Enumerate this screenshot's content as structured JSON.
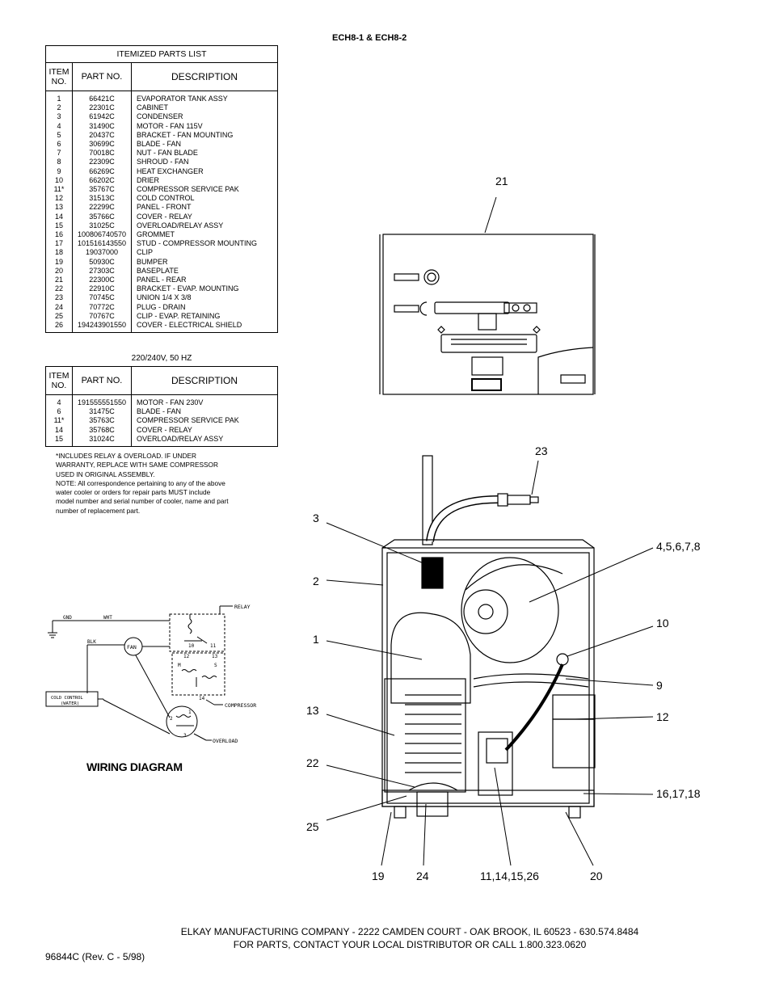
{
  "document": {
    "model_title": "ECH8-1 & ECH8-2",
    "doc_number": "96844C (Rev. C - 5/98)",
    "footer_line1": "ELKAY MANUFACTURING COMPANY  -  2222 CAMDEN COURT  -  OAK BROOK, IL 60523  -  630.574.8484",
    "footer_line2": "FOR PARTS, CONTACT YOUR LOCAL DISTRIBUTOR OR CALL 1.800.323.0620"
  },
  "parts_list": {
    "caption": "ITEMIZED PARTS LIST",
    "headers": {
      "item": "ITEM NO.",
      "part": "PART  NO.",
      "description": "DESCRIPTION"
    },
    "items": [
      "1",
      "2",
      "3",
      "4",
      "5",
      "6",
      "7",
      "8",
      "9",
      "10",
      "11*",
      "12",
      "13",
      "14",
      "15",
      "16",
      "17",
      "18",
      "19",
      "20",
      "21",
      "22",
      "23",
      "24",
      "25",
      "26"
    ],
    "parts": [
      "66421C",
      "22301C",
      "61942C",
      "31490C",
      "20437C",
      "30699C",
      "70018C",
      "22309C",
      "66269C",
      "66202C",
      "35767C",
      "31513C",
      "22299C",
      "35766C",
      "31025C",
      "100806740570",
      "101516143550",
      "19037000",
      "50930C",
      "27303C",
      "22300C",
      "22910C",
      "70745C",
      "70772C",
      "70767C",
      "194243901550"
    ],
    "descriptions": [
      "EVAPORATOR TANK ASSY",
      "CABINET",
      "CONDENSER",
      "MOTOR - FAN 115V",
      "BRACKET - FAN MOUNTING",
      "BLADE - FAN",
      "NUT - FAN BLADE",
      "SHROUD - FAN",
      "HEAT EXCHANGER",
      "DRIER",
      "COMPRESSOR SERVICE PAK",
      "COLD CONTROL",
      "PANEL - FRONT",
      "COVER - RELAY",
      "OVERLOAD/RELAY ASSY",
      "GROMMET",
      "STUD - COMPRESSOR MOUNTING",
      "CLIP",
      "BUMPER",
      "BASEPLATE",
      "PANEL - REAR",
      "BRACKET - EVAP. MOUNTING",
      "UNION 1/4 X 3/8",
      "PLUG - DRAIN",
      "CLIP - EVAP. RETAINING",
      "COVER - ELECTRICAL SHIELD"
    ]
  },
  "parts_list_220": {
    "caption": "220/240V, 50 HZ",
    "headers": {
      "item": "ITEM NO.",
      "part": "PART  NO.",
      "description": "DESCRIPTION"
    },
    "items": [
      "4",
      "6",
      "11*",
      "14",
      "15"
    ],
    "parts": [
      "191555551550",
      "31475C",
      "35763C",
      "35768C",
      "31024C"
    ],
    "descriptions": [
      "MOTOR - FAN 230V",
      "BLADE - FAN",
      "COMPRESSOR SERVICE PAK",
      "COVER - RELAY",
      "OVERLOAD/RELAY ASSY"
    ]
  },
  "notes": {
    "lines": [
      "*INCLUDES RELAY & OVERLOAD.  IF UNDER",
      "WARRANTY, REPLACE WITH SAME COMPRESSOR",
      "USED IN ORIGINAL ASSEMBLY.",
      "NOTE:  All correspondence pertaining to any of the above",
      "water cooler or orders for repair parts MUST include",
      "model number and serial number of cooler, name and part",
      "number of replacement part."
    ]
  },
  "wiring": {
    "title": "WIRING DIAGRAM",
    "labels": {
      "gnd": "GND",
      "wht": "WHT",
      "blk": "BLK",
      "fan": "FAN",
      "relay": "RELAY",
      "compressor": "COMPRESSOR",
      "overload": "OVERLOAD",
      "cold_control_1": "COLD CONTROL",
      "cold_control_2": "(WATER)",
      "t10": "10",
      "t11": "11",
      "t12": "12",
      "t13": "13",
      "t14": "14",
      "m": "M",
      "s": "S",
      "c2": "2",
      "c1": "1",
      "c3": "3"
    }
  },
  "callouts": {
    "c21": "21",
    "c23": "23",
    "c3": "3",
    "c2": "2",
    "c1": "1",
    "c13": "13",
    "c22": "22",
    "c25": "25",
    "c19": "19",
    "c24": "24",
    "c11": "11,14,15,26",
    "c20": "20",
    "c4": "4,5,6,7,8",
    "c10": "10",
    "c9": "9",
    "c12": "12",
    "c16": "16,17,18"
  }
}
